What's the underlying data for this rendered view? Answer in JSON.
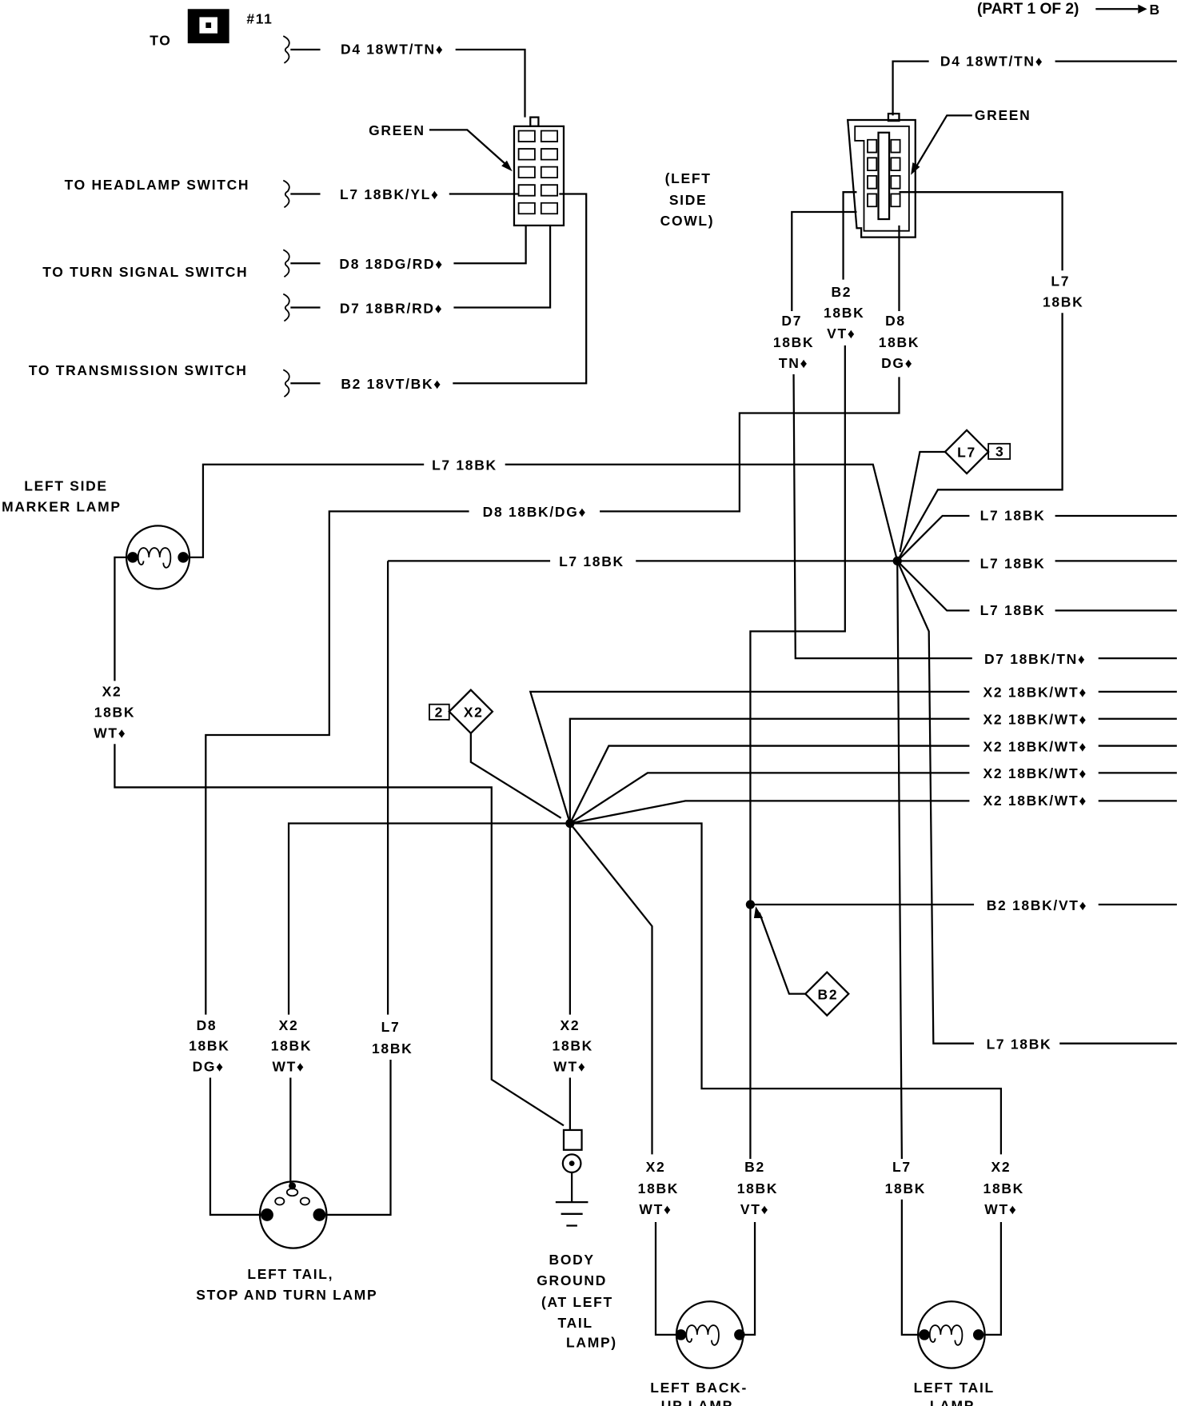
{
  "header": {
    "part": "(PART 1 OF 2)",
    "ref": "B"
  },
  "top_left": {
    "to": "TO",
    "connector_no": "#11"
  },
  "left_connector": {
    "color": "GREEN",
    "wires": {
      "d4": "D4  18WT/TN♦",
      "l7": "L7  18BK/YL♦",
      "d8": "D8  18DG/RD♦",
      "d7": "D7  18BR/RD♦",
      "b2": "B2  18VT/BK♦"
    },
    "destinations": {
      "headlamp": "TO  HEADLAMP  SWITCH",
      "turn_signal": "TO  TURN  SIGNAL  SWITCH",
      "transmission": "TO  TRANSMISSION  SWITCH"
    }
  },
  "cowl": [
    "(LEFT",
    "SIDE",
    "COWL)"
  ],
  "right_connector": {
    "color": "GREEN",
    "d4": "D4  18WT/TN♦",
    "d7": [
      "D7",
      "18BK",
      "TN♦"
    ],
    "b2": [
      "B2",
      "18BK",
      "VT♦"
    ],
    "d8": [
      "D8",
      "18BK",
      "DG♦"
    ],
    "l7": [
      "L7",
      "18BK"
    ]
  },
  "splices": {
    "l7": {
      "code": "L7",
      "num": "3"
    },
    "x2": {
      "code": "X2",
      "num": "2"
    },
    "b2": {
      "code": "B2"
    }
  },
  "mid_wires": {
    "l7_top": "L7  18BK",
    "d8": "D8  18BK/DG♦",
    "l7_mid": "L7  18BK"
  },
  "right_outputs": [
    "L7  18BK",
    "L7  18BK",
    "L7  18BK",
    "D7  18BK/TN♦",
    "X2  18BK/WT♦",
    "X2  18BK/WT♦",
    "X2  18BK/WT♦",
    "X2  18BK/WT♦",
    "X2  18BK/WT♦",
    "B2  18BK/VT♦",
    "L7  18BK"
  ],
  "marker_lamp": {
    "label": [
      "LEFT  SIDE",
      "MARKER  LAMP"
    ],
    "wire": [
      "X2",
      "18BK",
      "WT♦"
    ]
  },
  "tail_stop_lamp": {
    "label": [
      "LEFT  TAIL,",
      "STOP  AND  TURN  LAMP"
    ],
    "d8": [
      "D8",
      "18BK",
      "DG♦"
    ],
    "x2": [
      "X2",
      "18BK",
      "WT♦"
    ],
    "l7": [
      "L7",
      "18BK"
    ]
  },
  "ground": {
    "label": [
      "BODY",
      "GROUND",
      "(AT LEFT",
      "TAIL",
      "LAMP)"
    ],
    "wire": [
      "X2",
      "18BK",
      "WT♦"
    ]
  },
  "backup_lamp": {
    "label": [
      "LEFT  BACK-",
      "UP  LAMP"
    ],
    "x2": [
      "X2",
      "18BK",
      "WT♦"
    ],
    "b2": [
      "B2",
      "18BK",
      "VT♦"
    ]
  },
  "tail_lamp": {
    "label": [
      "LEFT  TAIL",
      "LAMP"
    ],
    "l7": [
      "L7",
      "18BK"
    ],
    "x2": [
      "X2",
      "18BK",
      "WT♦"
    ]
  }
}
